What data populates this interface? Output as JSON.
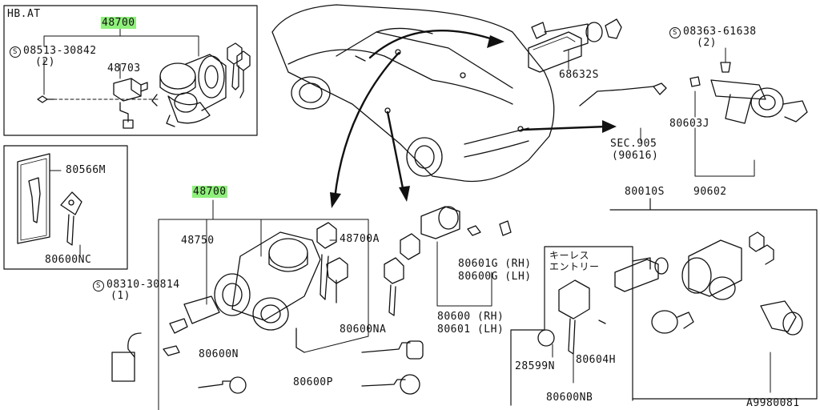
{
  "diagram": {
    "corner_code": "A9980081",
    "boxes": {
      "hb_at": {
        "title": "HB.AT",
        "part_top": "48700",
        "bolt_code": "08513-30842",
        "bolt_qty": "(2)",
        "part_cyl": "48703"
      },
      "keyblank": {
        "part_plate": "80566M",
        "part_key": "80600NC"
      },
      "keyless": {
        "title_line1": "キーレス",
        "title_line2": "エントリー",
        "part_pad": "28599N",
        "part_screw": "80604H",
        "part_key": "80600NB"
      }
    },
    "labels": {
      "trunk_lock": "68632S",
      "bolt_right_code": "08363-61638",
      "bolt_right_qty": "(2)",
      "sec_ref": "SEC.905",
      "sec_ref_sub": "(90616)",
      "clip": "80603J",
      "rear_assy": "90602",
      "set_kit": "80010S",
      "main_part": "48700",
      "steering_lock": "48750",
      "key_a": "48700A",
      "bolt_main_code": "08310-30814",
      "bolt_main_qty": "(1)",
      "key_blank_n": "80600N",
      "key_blank_na": "80600NA",
      "key_blank_p": "80600P",
      "door_rh_a": "80601G (RH)",
      "door_lh_a": "80600G (LH)",
      "door_rh_b": "80600 (RH)",
      "door_lh_b": "80601 (LH)"
    },
    "colors": {
      "highlight": "#8ef07a",
      "ink": "#111111"
    }
  }
}
